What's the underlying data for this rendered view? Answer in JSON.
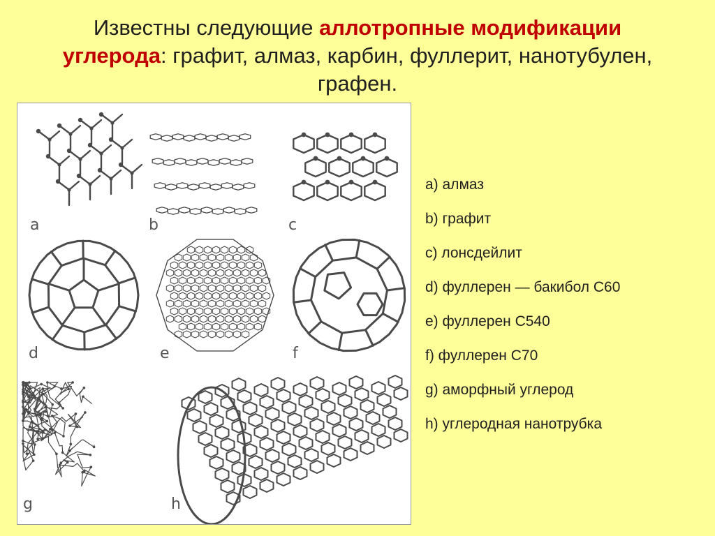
{
  "title": {
    "part1": "Известны следующие ",
    "highlight1": "аллотропные модификации",
    "highlight2": "углерода",
    "part2": ": графит, алмаз, карбин, фуллерит, нанотубулен,",
    "part3": "графен."
  },
  "figure": {
    "labels": [
      "a",
      "b",
      "c",
      "d",
      "e",
      "f",
      "g",
      "h"
    ]
  },
  "legend": [
    "a) алмаз",
    "b) графит",
    "c) лонсдейлит",
    "d) фуллерен — бакибол C60",
    "e) фуллерен C540",
    "f) фуллерен C70",
    "g) аморфный углерод",
    "h) углеродная нанотрубка"
  ],
  "colors": {
    "background": "#FFFF99",
    "highlight": "#C00000",
    "panel": "#FFFFFF",
    "structure": "#4a4a4a"
  }
}
